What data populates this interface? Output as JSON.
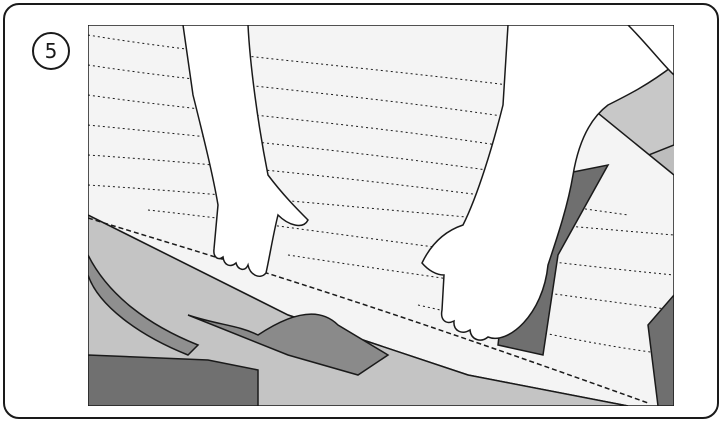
{
  "step": {
    "number": "5"
  },
  "colors": {
    "background_grey": "#b8b8b8",
    "dark_strap": "#707070",
    "cover_fabric": "#f4f4f4",
    "outline": "#1a1a1a",
    "skin": "#ffffff"
  },
  "illustration": {
    "subject": "hands-smoothing-seat-cover",
    "icon": "seat-cover-illustration"
  }
}
